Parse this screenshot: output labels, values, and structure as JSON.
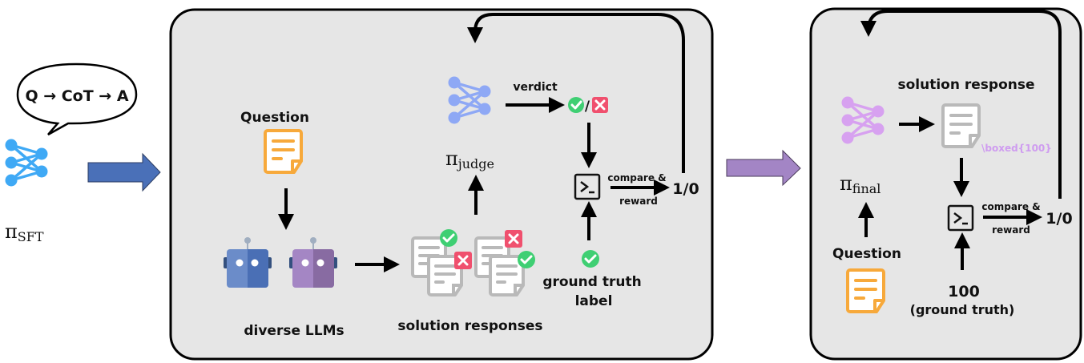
{
  "colors": {
    "panel_fill": "#e6e6e6",
    "panel_border": "#000000",
    "sft_net": "#3fa9f5",
    "judge_net": "#8ea8f5",
    "final_net": "#d7a1f0",
    "doc_orange": "#f7a93b",
    "doc_gray": "#b9b9b9",
    "check_green": "#3fcf73",
    "cross_red": "#f0506e",
    "arrow_blue": "#4a70b8",
    "arrow_purple": "#a385c5",
    "robot_blue": "#5c80c4",
    "robot_purple": "#9c7bb8",
    "boxed_text": "#cf9cf0"
  },
  "left": {
    "speech_bubble": "Q → CoT → A",
    "policy_symbol": "π",
    "policy_subscript": "SFT"
  },
  "stage1": {
    "question_label": "Question",
    "llms_label": "diverse LLMs",
    "responses_label": "solution responses",
    "judge_symbol": "π",
    "judge_subscript": "judge",
    "verdict_label": "verdict",
    "verdict_separator": "/",
    "compare_label_line1": "compare &",
    "compare_label_line2": "reward",
    "reward_value": "1/0",
    "ground_truth_line1": "ground truth",
    "ground_truth_line2": "label",
    "terminal_icon": "terminal-icon"
  },
  "stage2": {
    "response_label": "solution response",
    "boxed_answer": "\\boxed{100}",
    "final_symbol": "π",
    "final_subscript": "final",
    "question_label": "Question",
    "compare_label_line1": "compare &",
    "compare_label_line2": "reward",
    "reward_value": "1/0",
    "ground_truth_value": "100",
    "ground_truth_caption": "(ground truth)",
    "terminal_icon": "terminal-icon"
  }
}
